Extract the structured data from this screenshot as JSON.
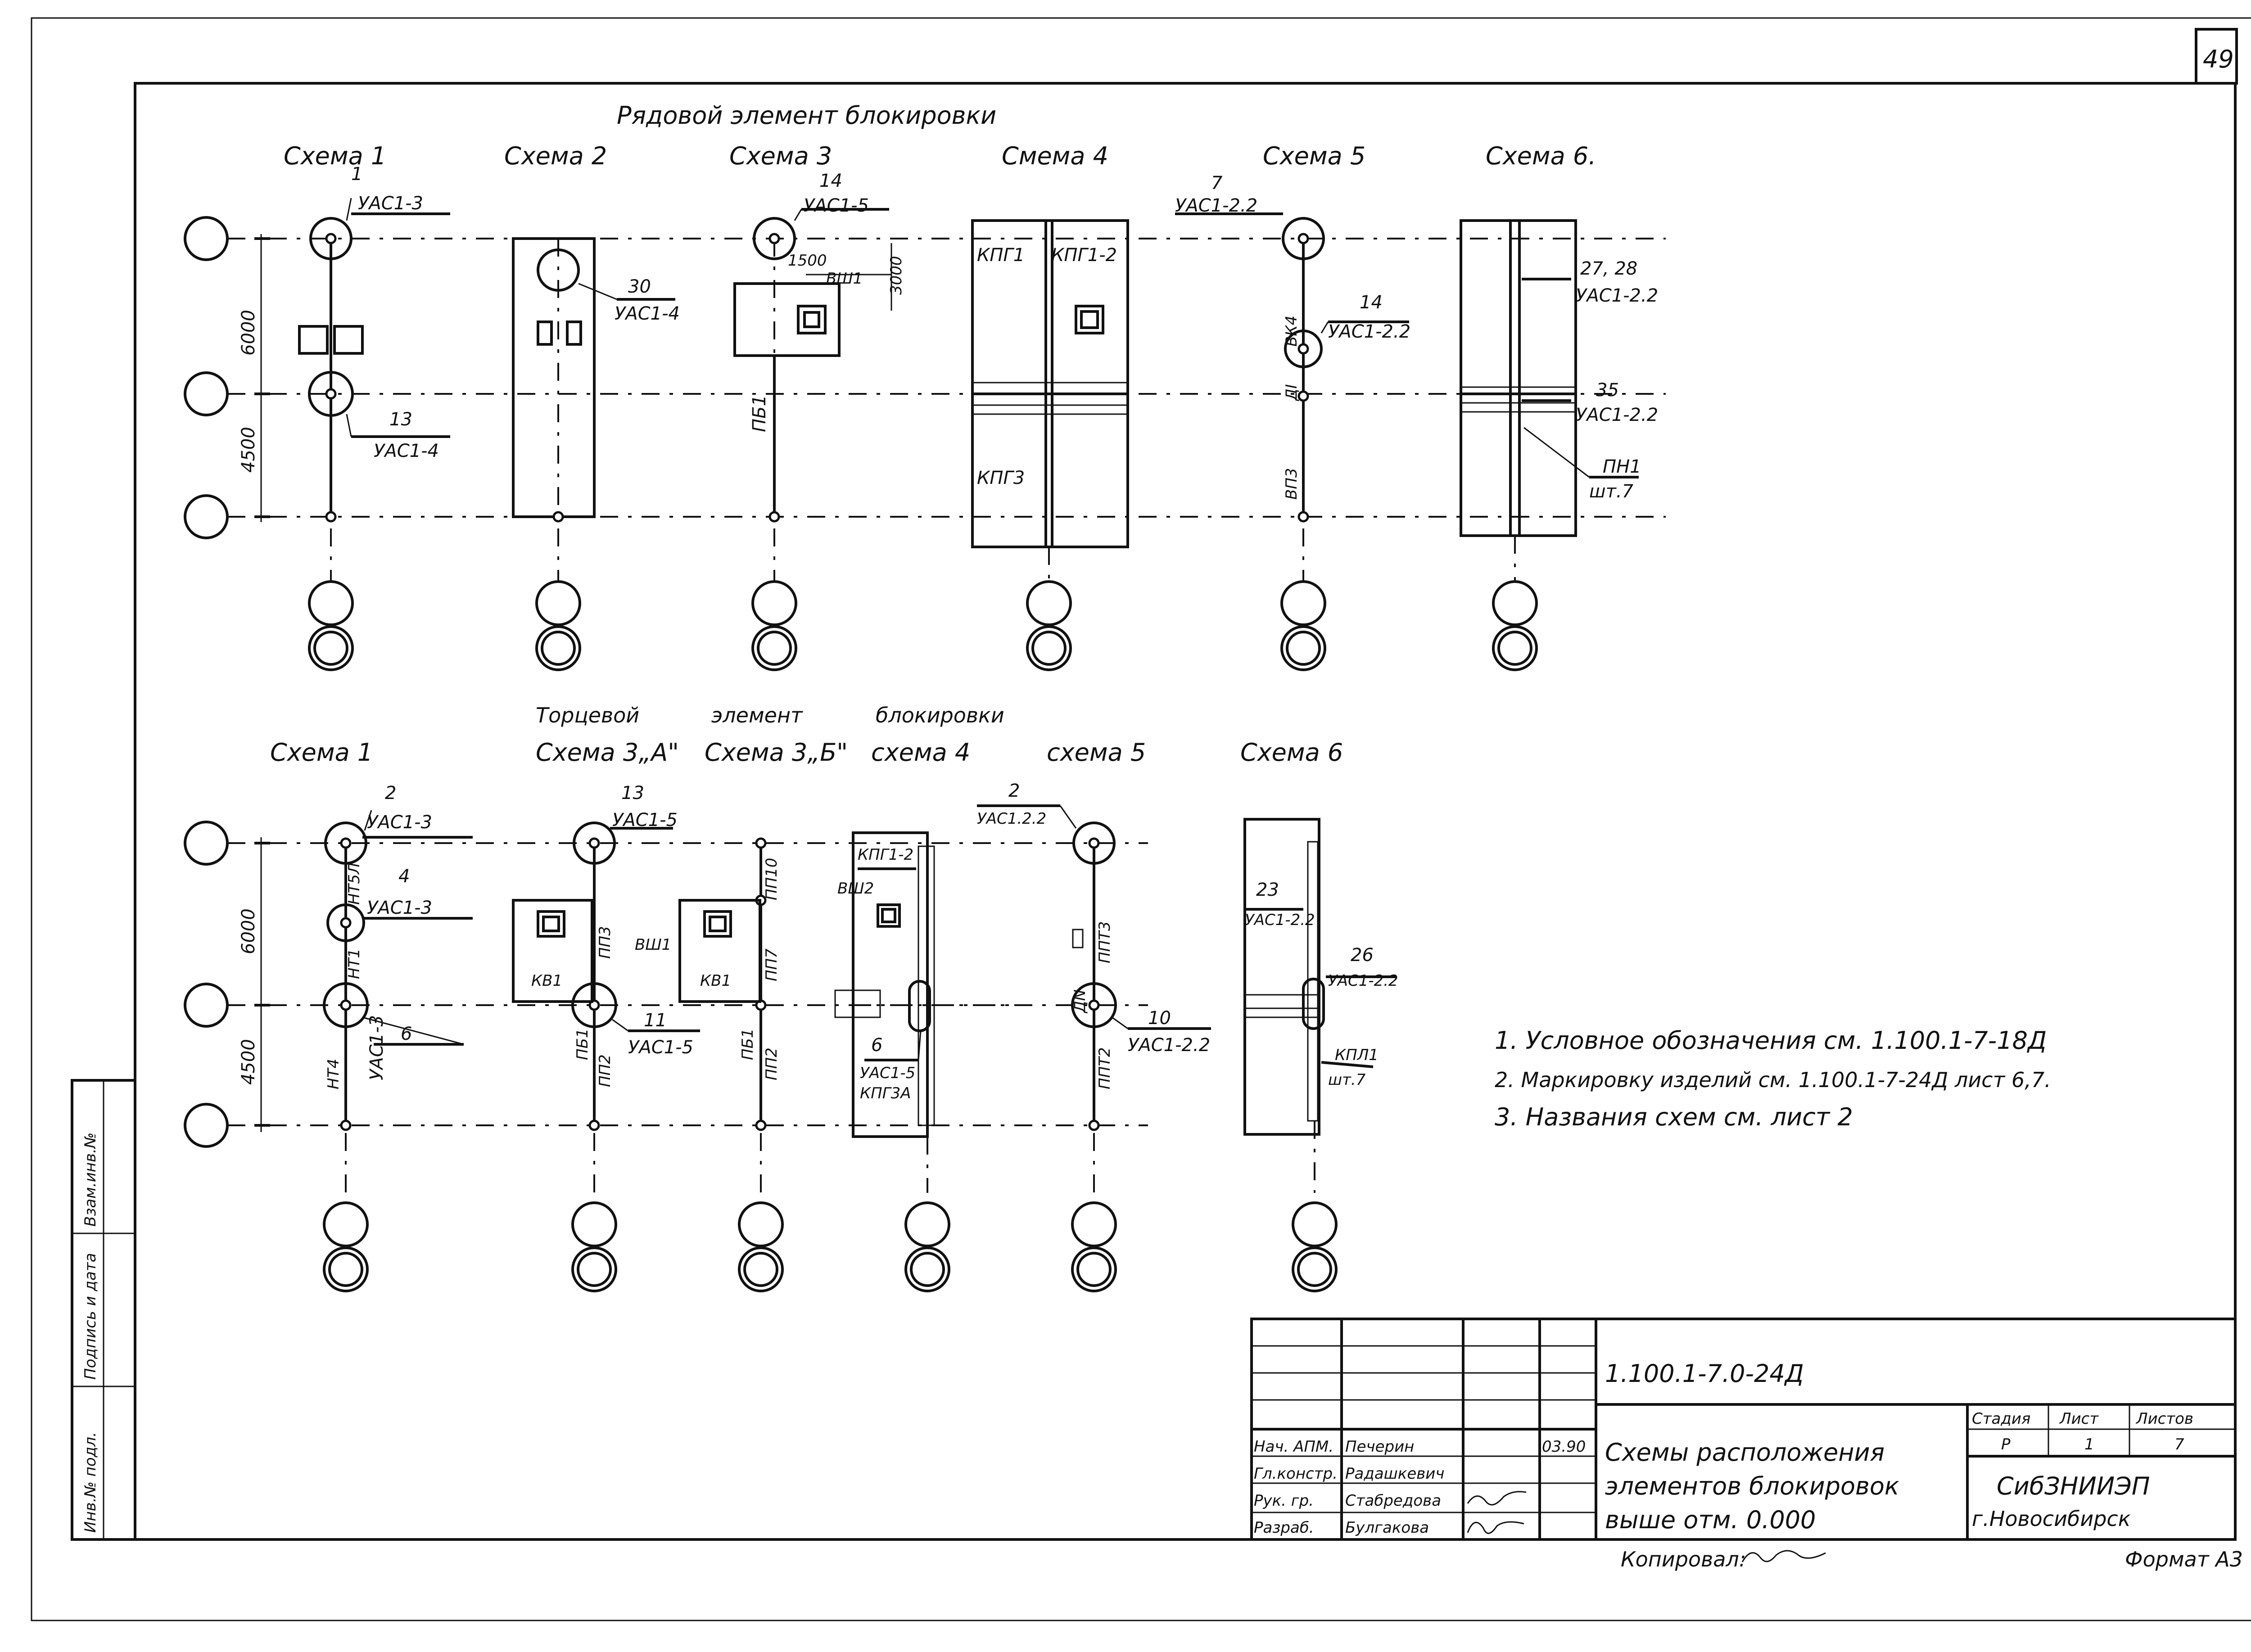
{
  "sheet_number": "49",
  "section_row": "Рядовой элемент блокировки",
  "section_end": [
    "Торцевой",
    "элемент",
    "блокировки"
  ],
  "row_schemes": [
    "Схема 1",
    "Схема 2",
    "Схема 3",
    "Смема 4",
    "Схема 5",
    "Схема 6."
  ],
  "end_schemes": [
    "Схема 1",
    "Схема 3„А\"",
    "Схема 3„Б\"",
    "схема 4",
    "схема 5",
    "Схема 6"
  ],
  "dims": {
    "d6000": "6000",
    "d4500": "4500",
    "d1500": "1500",
    "d3000": "3000"
  },
  "row_labels": {
    "s1_top_num": "1",
    "s1_top_code": "УАС1-3",
    "s1_mid_num": "13",
    "s1_mid_code": "УАС1-4",
    "s2_num": "30",
    "s2_code": "УАС1-4",
    "s3_num": "14",
    "s3_code": "УАС1-5",
    "s3_vsh": "ВШ1",
    "s3_pb": "ПБ1",
    "s4_a": "КПГ1",
    "s4_b": "КПГ1-2",
    "s4_c": "КПГ3",
    "s5_top_num": "7",
    "s5_top_code": "УАС1-2.2",
    "s5_mid_num": "14",
    "s5_mid_code": "УАС1-2.2",
    "s5_vk": "ВК4",
    "s5_di": "ДI",
    "s5_vp": "ВП3",
    "s6_a_num": "27, 28",
    "s6_a_code": "УАС1-2.2",
    "s6_b_num": "35",
    "s6_b_code": "УАС1-2.2",
    "s6_c_num": "ПН1",
    "s6_c_code": "шт.7"
  },
  "end_labels": {
    "s1_a_num": "2",
    "s1_a_code": "УАС1-3",
    "s1_b_num": "4",
    "s1_b_code": "УАС1-3",
    "s1_c_num": "6",
    "s1_c_code": "УАС1-3",
    "s1_nt5": "НТ5Л",
    "s1_nt1": "НТ1",
    "s1_nt4": "НТ4",
    "s3a_num": "13",
    "s3a_code": "УАС1-5",
    "s3a_11": "11",
    "s3a_11code": "УАС1-5",
    "s3a_kv": "КВ1",
    "s3a_pp3": "ПП3",
    "s3a_pb": "ПБ1",
    "s3a_pp2": "ПП2",
    "s3b_vsh": "ВШ1",
    "s3b_kv": "КВ1",
    "s3b_pp10": "ПП10",
    "s3b_pp7": "ПП7",
    "s3b_pb": "ПБ1",
    "s3b_pp2": "ПП2",
    "s4_a": "КПГ1-2",
    "s4_vsh": "ВШ2",
    "s4_num": "6",
    "s4_code": "УАС1-5",
    "s4_b": "КПГ3А",
    "s5_num": "2",
    "s5_code": "УАС1.2.2",
    "s5_ppt3": "ППТ3",
    "s5_dn": "ДN",
    "s5_10": "10",
    "s5_10code": "УАС1-2.2",
    "s5_ppt2": "ППТ2",
    "s6_num": "23",
    "s6_code": "УАС1-2.2",
    "s6_num2": "26",
    "s6_code2": "УАС1-2.2",
    "s6_kpl": "КПЛ1",
    "s6_sht": "шт.7"
  },
  "notes": [
    "1. Условное обозначения см. 1.100.1-7-18Д",
    "2. Маркировку изделий см. 1.100.1-7-24Д лист 6,7.",
    "3. Названия схем см. лист 2"
  ],
  "side_stamp": [
    "Инв.№ подл.",
    "Подпись и дата",
    "Взам.инв.№"
  ],
  "title_block": {
    "doc_code": "1.100.1-7.0-24Д",
    "roles": [
      "Нач. АПМ.",
      "Гл.констр.",
      "Рук. гр.",
      "Разраб."
    ],
    "names": [
      "Печерин",
      "Радашкевич",
      "Стабредова",
      "Булгакова"
    ],
    "date": "03.90",
    "title_lines": [
      "Схемы расположения",
      "элементов блокировок",
      "выше отм. 0.000"
    ],
    "headers": [
      "Стадия",
      "Лист",
      "Листов"
    ],
    "values": [
      "Р",
      "1",
      "7"
    ],
    "org": "СибЗНИИЭП",
    "city": "г.Новосибирск",
    "copied": "Копировал:",
    "format": "Формат А3"
  }
}
